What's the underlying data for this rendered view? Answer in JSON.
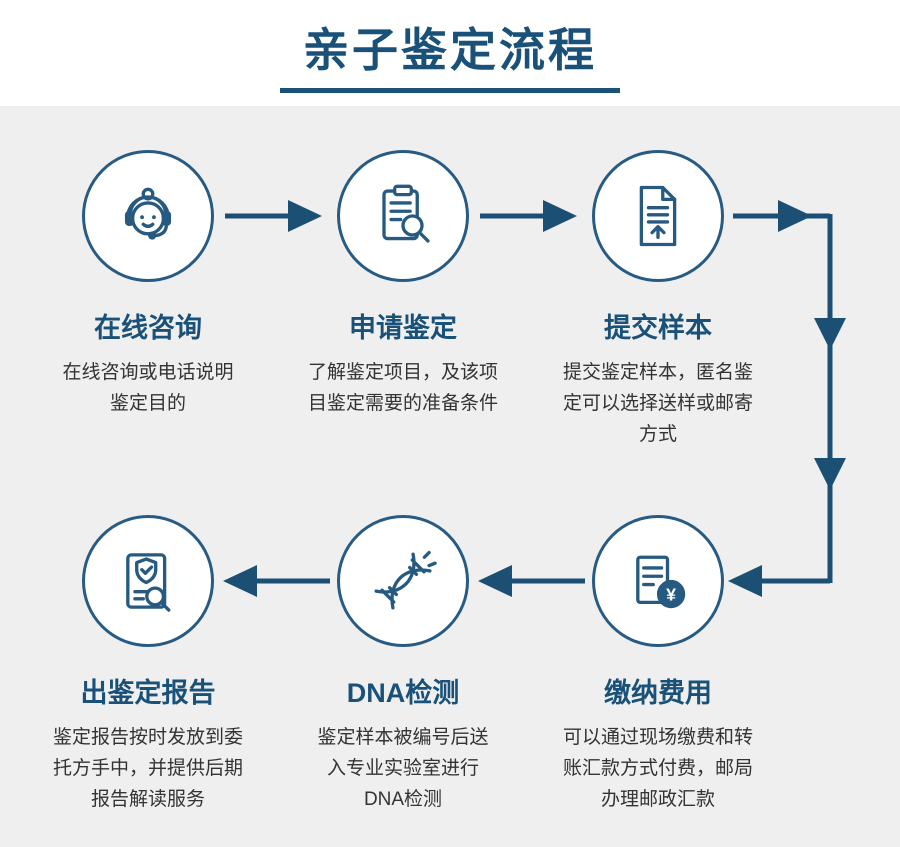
{
  "header": {
    "title": "亲子鉴定流程"
  },
  "colors": {
    "primary": "#1a5178",
    "arrow": "#1b4f74",
    "circle_border": "#275b83",
    "background": "#efeff0",
    "header_background": "#ffffff",
    "description_text": "#333333"
  },
  "steps": [
    {
      "title": "在线咨询",
      "desc": "在线咨询或电话说明\n鉴定目的",
      "icon": "customer-service-icon"
    },
    {
      "title": "申请鉴定",
      "desc": "了解鉴定项目，及该项\n目鉴定需要的准备条件",
      "icon": "clipboard-search-icon"
    },
    {
      "title": "提交样本",
      "desc": "提交鉴定样本，匿名鉴\n定可以选择送样或邮寄\n方式",
      "icon": "document-upload-icon"
    },
    {
      "title": "缴纳费用",
      "desc": "可以通过现场缴费和转\n账汇款方式付费，邮局\n办理邮政汇款",
      "icon": "payment-yuan-icon"
    },
    {
      "title": "DNA检测",
      "desc": "鉴定样本被编号后送\n入专业实验室进行\nDNA检测",
      "icon": "dna-icon"
    },
    {
      "title": "出鉴定报告",
      "desc": "鉴定报告按时发放到委\n托方手中，并提供后期\n报告解读服务",
      "icon": "report-shield-icon"
    }
  ]
}
